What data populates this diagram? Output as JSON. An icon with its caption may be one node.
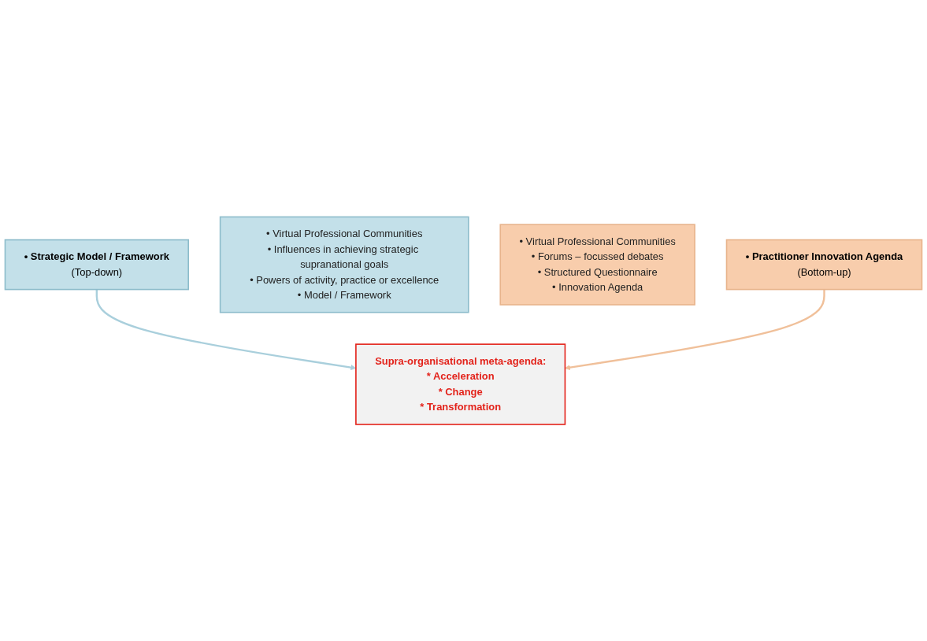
{
  "diagram": {
    "nodes": [
      {
        "text": [
          "• Strategic Model / Framework",
          "(Top-down)"
        ]
      },
      {
        "text": [
          "• Virtual Professional Communities",
          "• Influences in achieving strategic supranational goals",
          "• Powers of activity, practice or excellence",
          "• Model / Framework"
        ]
      },
      {
        "text": [
          "Supra-organisational meta-agenda:",
          "* Acceleration",
          "* Change",
          "* Transformation"
        ]
      },
      {
        "text": [
          "• Virtual Professional Communities",
          "• Forums – focussed debates",
          "• Structured Questionnaire",
          "• Innovation Agenda"
        ]
      },
      {
        "text": [
          "• Practitioner Innovation Agenda",
          "(Bottom-up)"
        ]
      }
    ],
    "edges": [
      {
        "from": 0,
        "to": 2,
        "arrow": "to",
        "color": "#a9cfdc"
      },
      {
        "from": 4,
        "to": 2,
        "arrow": "to",
        "color": "#f0c09a"
      }
    ]
  }
}
